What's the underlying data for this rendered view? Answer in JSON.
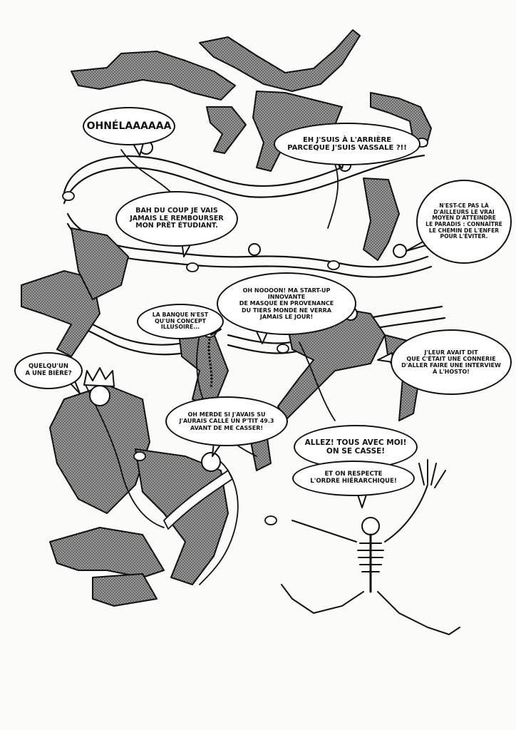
{
  "palette": {
    "ink": "#111111",
    "shade": "#8a8a8a",
    "paper": "#fbfbf9",
    "bubble": "#ffffff"
  },
  "bubbles": {
    "oh_la": "ohnélaaaaaa",
    "vassale": "Eh J'suis à l'arrière\nparceque j'suis vassale ?!!",
    "rembourser": "Bah du coup je vais\njamais le rembourser\nmon prêt étudiant.",
    "paradis": "N'est-ce pas là\nd'ailleurs le vrai\nmoyen d'atteindre\nle paradis : connaître\nle chemin de l'enfer\npour l'éviter.",
    "startup": "Oh noooon! Ma start-up innovante\nde masque en provenance\ndu tiers monde ne verra\njamais le jour!",
    "banque": "La banque n'est\nqu'un concept illusoire...",
    "connerie": "J'leur avait dit\nque c'était une connerie\nd'aller faire une interview\nà l'hosto!",
    "biere": "Quelqu'un\na une bière?",
    "merde": "Oh merde si j'avais su\nj'aurais callé un p'tit 49.3\navant de me casser!",
    "allez": "Allez! Tous avec moi!\nOn se casse!",
    "hierarchique": "Et on respecte\nl'ordre hiérarchique!"
  }
}
